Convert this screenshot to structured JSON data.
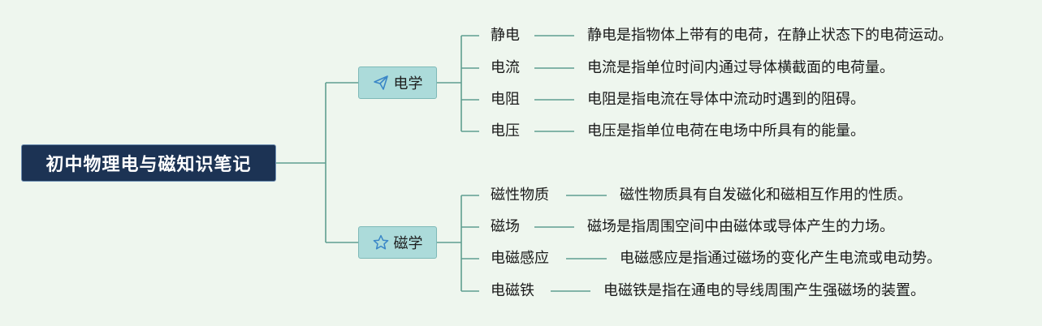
{
  "root": {
    "title": "初中物理电与磁知识笔记"
  },
  "colors": {
    "background": "#eef6ee",
    "root_fill": "#1c3354",
    "branch_fill": "#acdbda",
    "connector": "#5f9e90",
    "icon": "#3a86c7"
  },
  "branches": [
    {
      "label": "电学",
      "icon": "paper-plane-icon",
      "items": [
        {
          "term": "静电",
          "definition": "静电是指物体上带有的电荷，在静止状态下的电荷运动。"
        },
        {
          "term": "电流",
          "definition": "电流是指单位时间内通过导体横截面的电荷量。"
        },
        {
          "term": "电阻",
          "definition": "电阻是指电流在导体中流动时遇到的阻碍。"
        },
        {
          "term": "电压",
          "definition": "电压是指单位电荷在电场中所具有的能量。"
        }
      ]
    },
    {
      "label": "磁学",
      "icon": "star-icon",
      "items": [
        {
          "term": "磁性物质",
          "definition": "磁性物质具有自发磁化和磁相互作用的性质。"
        },
        {
          "term": "磁场",
          "definition": "磁场是指周围空间中由磁体或导体产生的力场。"
        },
        {
          "term": "电磁感应",
          "definition": "电磁感应是指通过磁场的变化产生电流或电动势。"
        },
        {
          "term": "电磁铁",
          "definition": "电磁铁是指在通电的导线周围产生强磁场的装置。"
        }
      ]
    }
  ]
}
